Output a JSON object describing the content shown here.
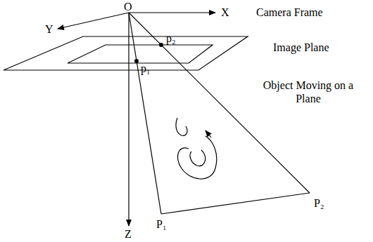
{
  "diagram": {
    "labels": [
      "O",
      "X",
      "Camera Frame",
      "Y",
      "Image Plane",
      "p₂",
      "p₁",
      "Object Moving on a Plane",
      "P₂",
      "P₁",
      "Z"
    ]
  }
}
